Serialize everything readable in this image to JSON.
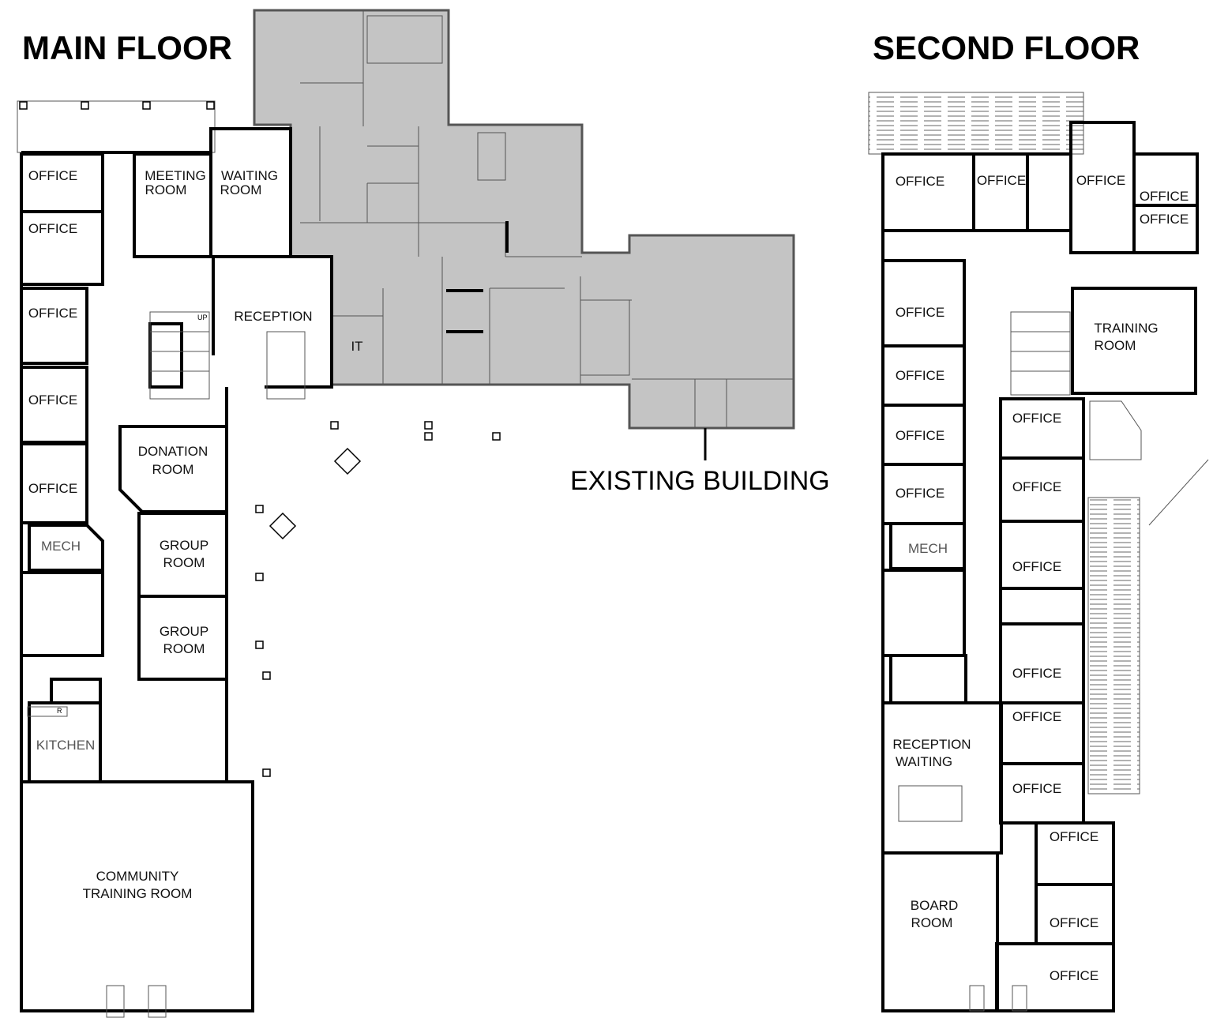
{
  "main_floor": {
    "title": "MAIN FLOOR",
    "rooms": {
      "office_1": "OFFICE",
      "office_2": "OFFICE",
      "meeting_room": [
        "MEETING",
        "ROOM"
      ],
      "waiting_room": [
        "WAITING",
        "ROOM"
      ],
      "reception": "RECEPTION",
      "office_3": "OFFICE",
      "office_4": "OFFICE",
      "donation_room": [
        "DONATION",
        "ROOM"
      ],
      "office_5": "OFFICE",
      "mech": "MECH",
      "group_room_1": [
        "GROUP",
        "ROOM"
      ],
      "group_room_2": [
        "GROUP",
        "ROOM"
      ],
      "kitchen": "KITCHEN",
      "community_training_room": [
        "COMMUNITY",
        "TRAINING ROOM"
      ],
      "it": "IT"
    },
    "stair_label": "UP",
    "fridge_label": "R"
  },
  "existing_building": {
    "label": "EXISTING BUILDING",
    "fill_color": "#c4c4c4"
  },
  "second_floor": {
    "title": "SECOND FLOOR",
    "rooms": {
      "office_a": "OFFICE",
      "office_b": "OFFICE",
      "office_c": "OFFICE",
      "office_d": "OFFICE",
      "office_e": "OFFICE",
      "office_f": "OFFICE",
      "training_room": [
        "TRAINING",
        "ROOM"
      ],
      "office_g": "OFFICE",
      "office_h": "OFFICE",
      "office_i": "OFFICE",
      "office_j": "OFFICE",
      "office_k": "OFFICE",
      "mech": "MECH",
      "office_l": "OFFICE",
      "office_m": "OFFICE",
      "office_n": "OFFICE",
      "reception_waiting": [
        "RECEPTION",
        "WAITING"
      ],
      "office_o": "OFFICE",
      "office_p": "OFFICE",
      "board_room": [
        "BOARD",
        "ROOM"
      ],
      "office_q": "OFFICE",
      "office_r": "OFFICE"
    }
  }
}
